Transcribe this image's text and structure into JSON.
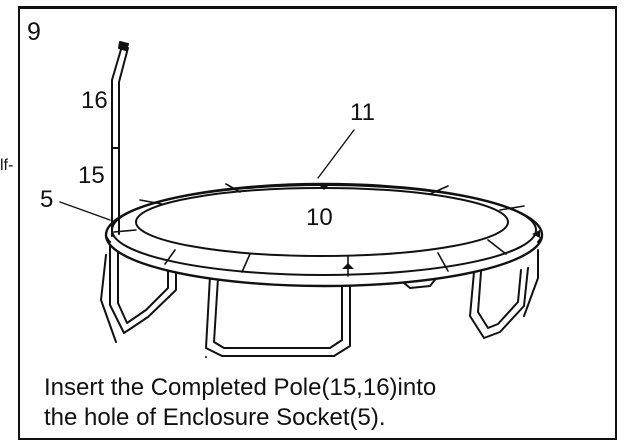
{
  "step_number": "9",
  "stray_text": "lf-",
  "callouts": {
    "pole_upper": "16",
    "pole_lower": "15",
    "socket": "5",
    "pad": "11",
    "mat": "10"
  },
  "caption": {
    "line1": "Insert the Completed Pole(15,16)into",
    "line2": "the hole of Enclosure Socket(5)."
  },
  "colors": {
    "line": "#111111",
    "background": "#ffffff"
  }
}
